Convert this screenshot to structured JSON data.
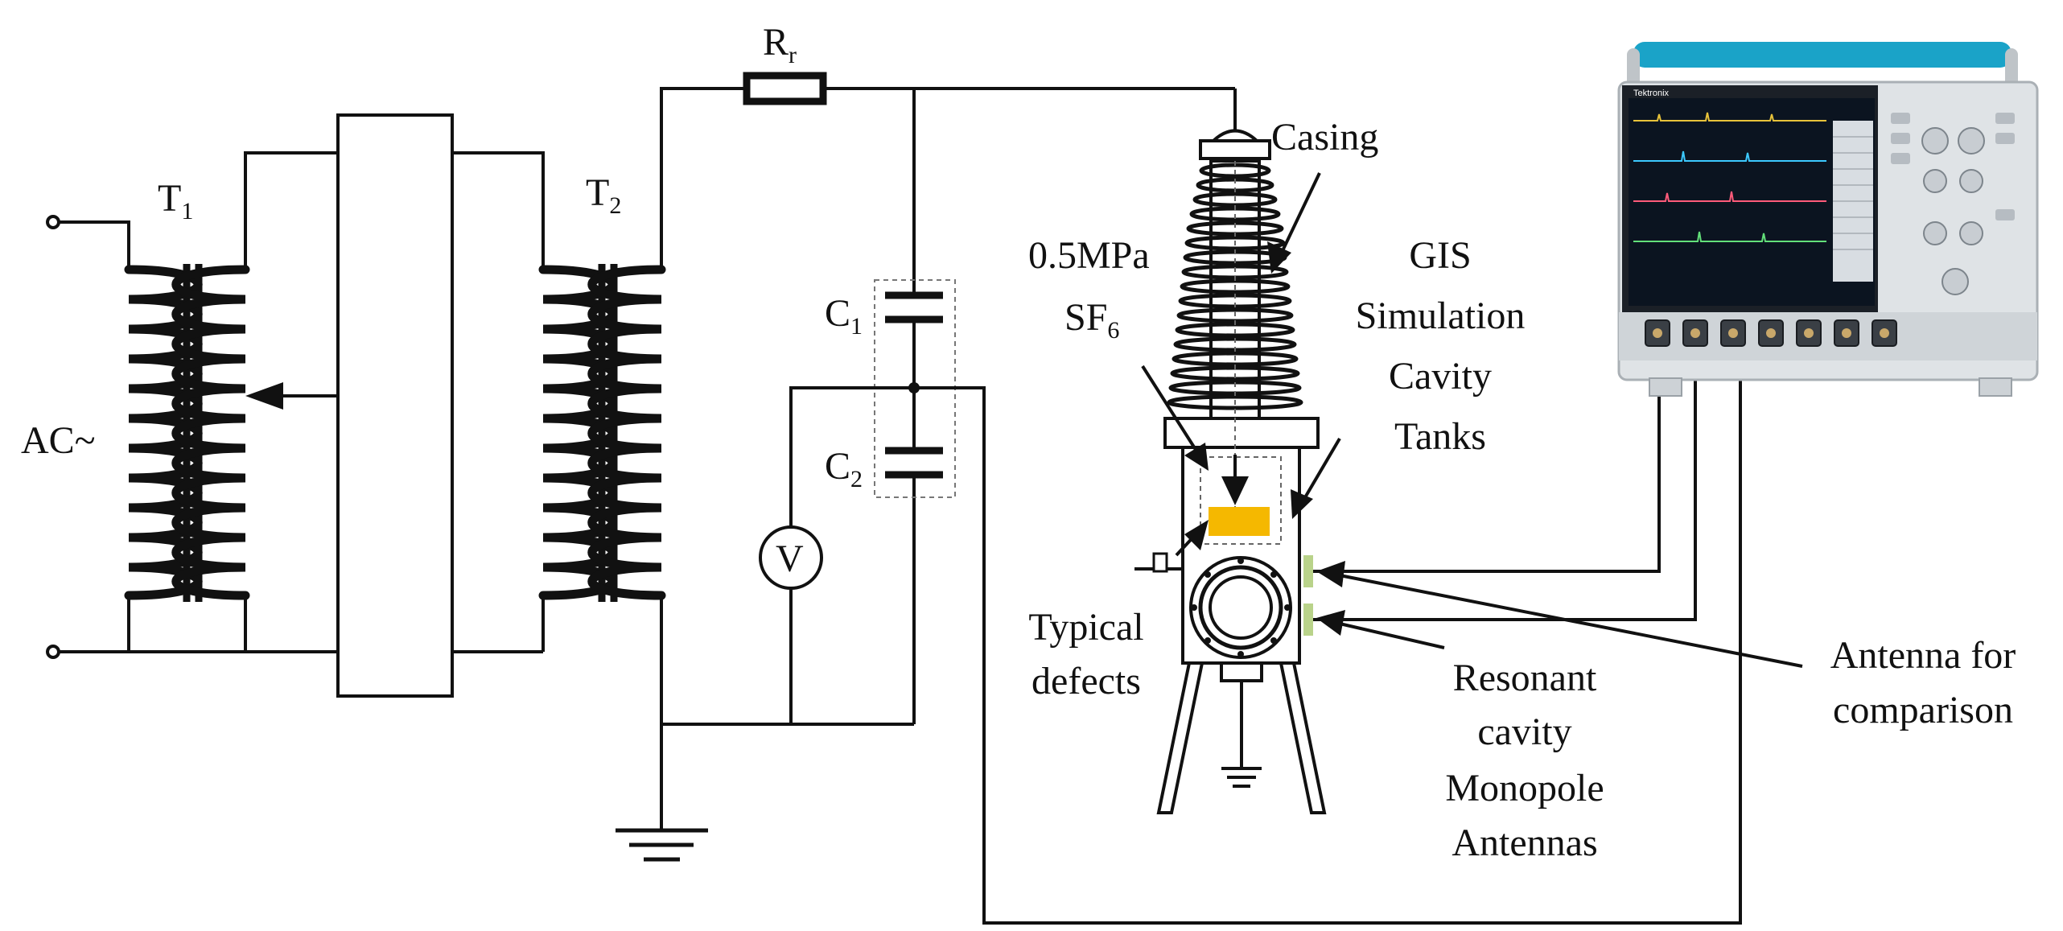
{
  "labels": {
    "ac": "AC~",
    "t1_main": "T",
    "t1_sub": "1",
    "t2_main": "T",
    "t2_sub": "2",
    "rr_main": "R",
    "rr_sub": "r",
    "c1_main": "C",
    "c1_sub": "1",
    "c2_main": "C",
    "c2_sub": "2",
    "voltmeter": "V",
    "casing": "Casing",
    "pressure": "0.5MPa",
    "sf6_main": "SF",
    "sf6_sub": "6",
    "gis_lines": [
      "GIS",
      "Simulation",
      "Cavity",
      "Tanks"
    ],
    "defects_lines": [
      "Typical",
      "defects"
    ],
    "resonant_lines": [
      "Resonant",
      "cavity",
      "Monopole",
      "Antennas"
    ],
    "antenna_lines": [
      "Antenna for",
      "comparison"
    ],
    "scope_brand": "Tektronix"
  },
  "colors": {
    "line": "#111111",
    "defect": "#f5b800",
    "antenna": "#b9d38a",
    "scope_handle": "#1aa3c8",
    "scope_body": "#dfe3e6",
    "scope_screen": "#0b1420"
  },
  "icons": {
    "oscilloscope": "oscilloscope-icon",
    "ground": "ground-icon",
    "voltmeter": "voltmeter-icon"
  }
}
